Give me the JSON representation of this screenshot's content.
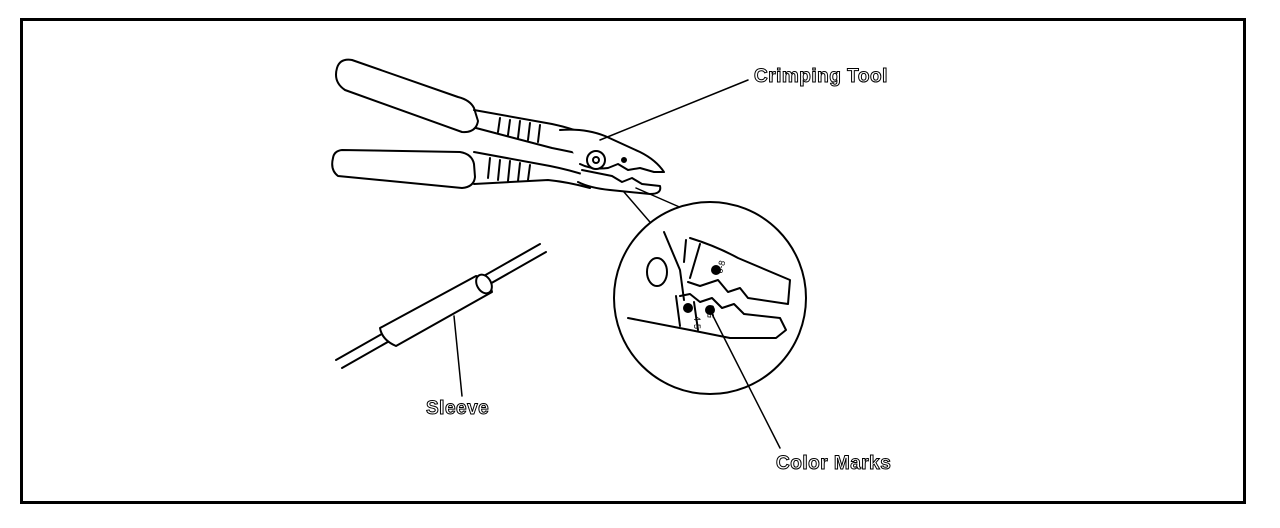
{
  "diagram": {
    "labels": {
      "crimping_tool": "Crimping Tool",
      "sleeve": "Sleeve",
      "color_marks": "Color Marks"
    },
    "detail_marks": {
      "upper": "6-8",
      "lower_left": "4-5",
      "lower_right": "5-6"
    },
    "colors": {
      "line": "#000000",
      "background": "#ffffff"
    }
  }
}
